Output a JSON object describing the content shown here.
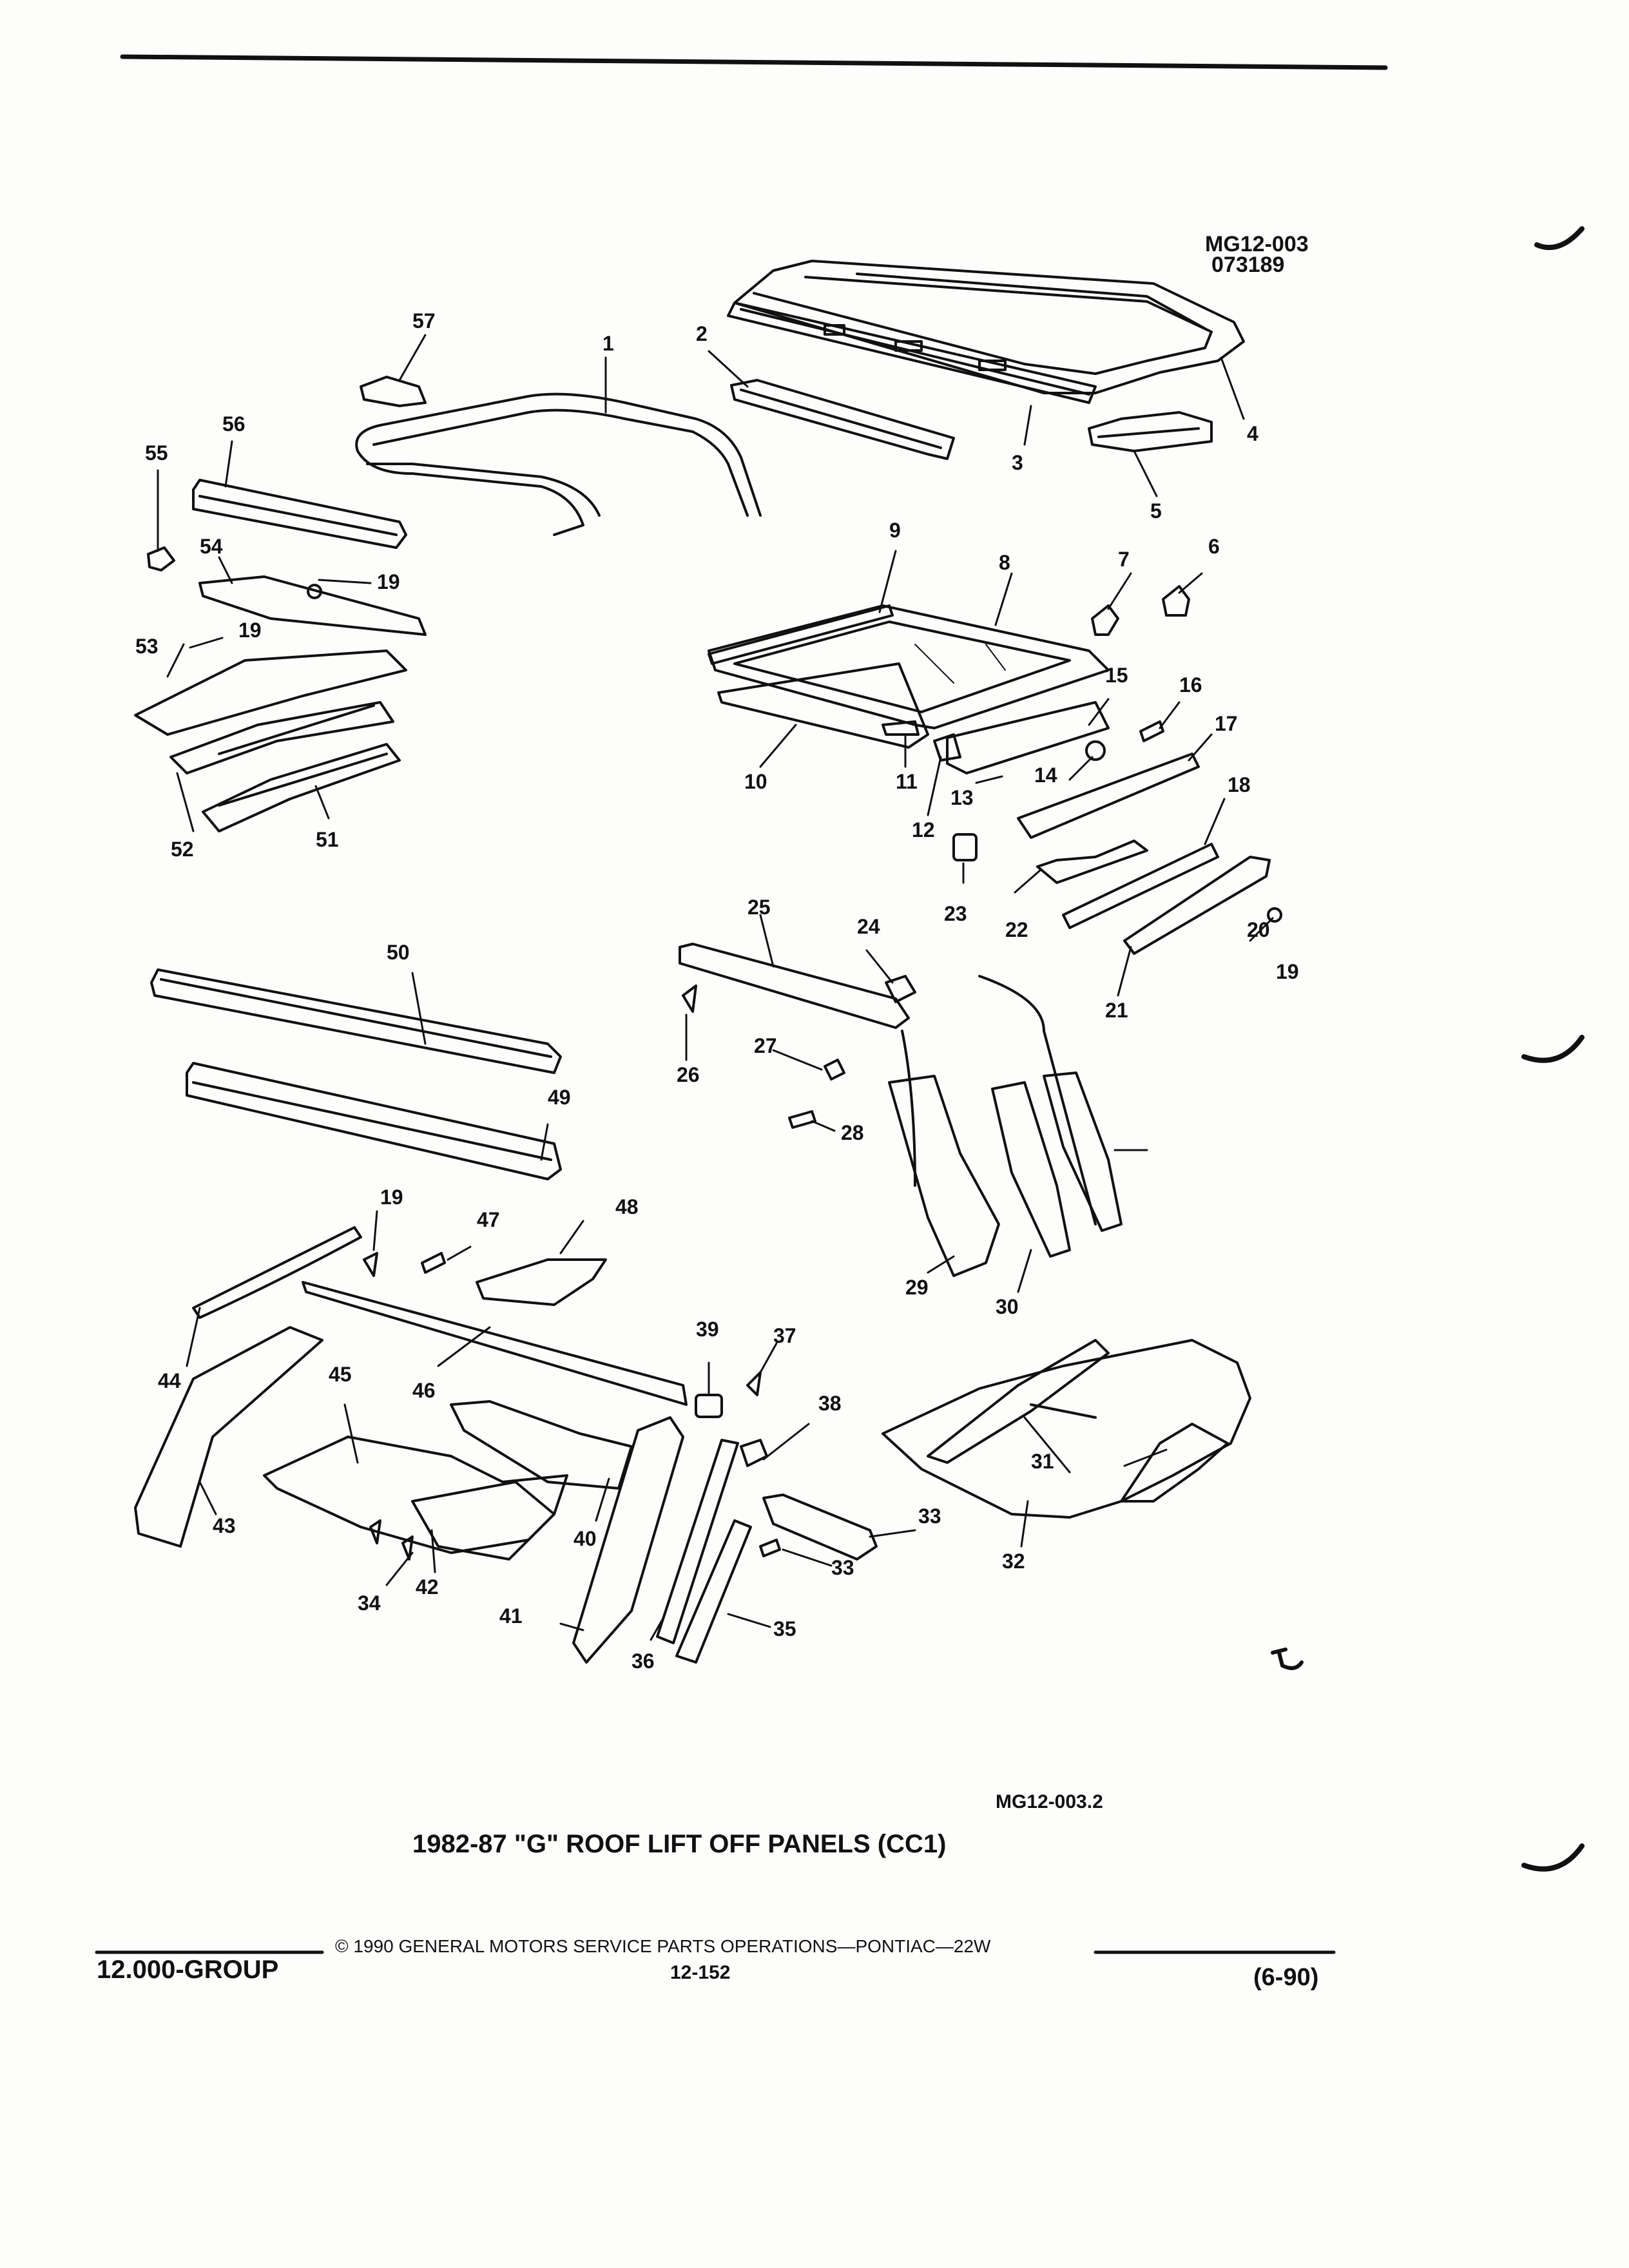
{
  "header": {
    "ref_code": "MG12-003",
    "ref_date": "073189"
  },
  "callouts": [
    "1",
    "2",
    "3",
    "4",
    "5",
    "6",
    "7",
    "8",
    "9",
    "10",
    "11",
    "12",
    "13",
    "14",
    "15",
    "16",
    "17",
    "18",
    "19",
    "19",
    "19",
    "19",
    "20",
    "21",
    "22",
    "23",
    "24",
    "25",
    "26",
    "27",
    "28",
    "29",
    "30",
    "31",
    "32",
    "33",
    "33",
    "34",
    "35",
    "36",
    "37",
    "38",
    "39",
    "40",
    "41",
    "42",
    "43",
    "44",
    "45",
    "46",
    "47",
    "48",
    "49",
    "50",
    "51",
    "52",
    "53",
    "54",
    "55",
    "56",
    "57"
  ],
  "figure": {
    "code": "MG12-003.2",
    "title": "1982-87 \"G\" ROOF LIFT OFF PANELS (CC1)"
  },
  "footer": {
    "group": "12.000-GROUP",
    "copyright": "© 1990 GENERAL MOTORS SERVICE PARTS OPERATIONS—PONTIAC—22W",
    "page_number": "12-152",
    "revision": "(6-90)"
  },
  "marks": {
    "corner_mark": "ɥ"
  },
  "colors": {
    "ink": "#111111",
    "paper": "#fdfdfb"
  }
}
